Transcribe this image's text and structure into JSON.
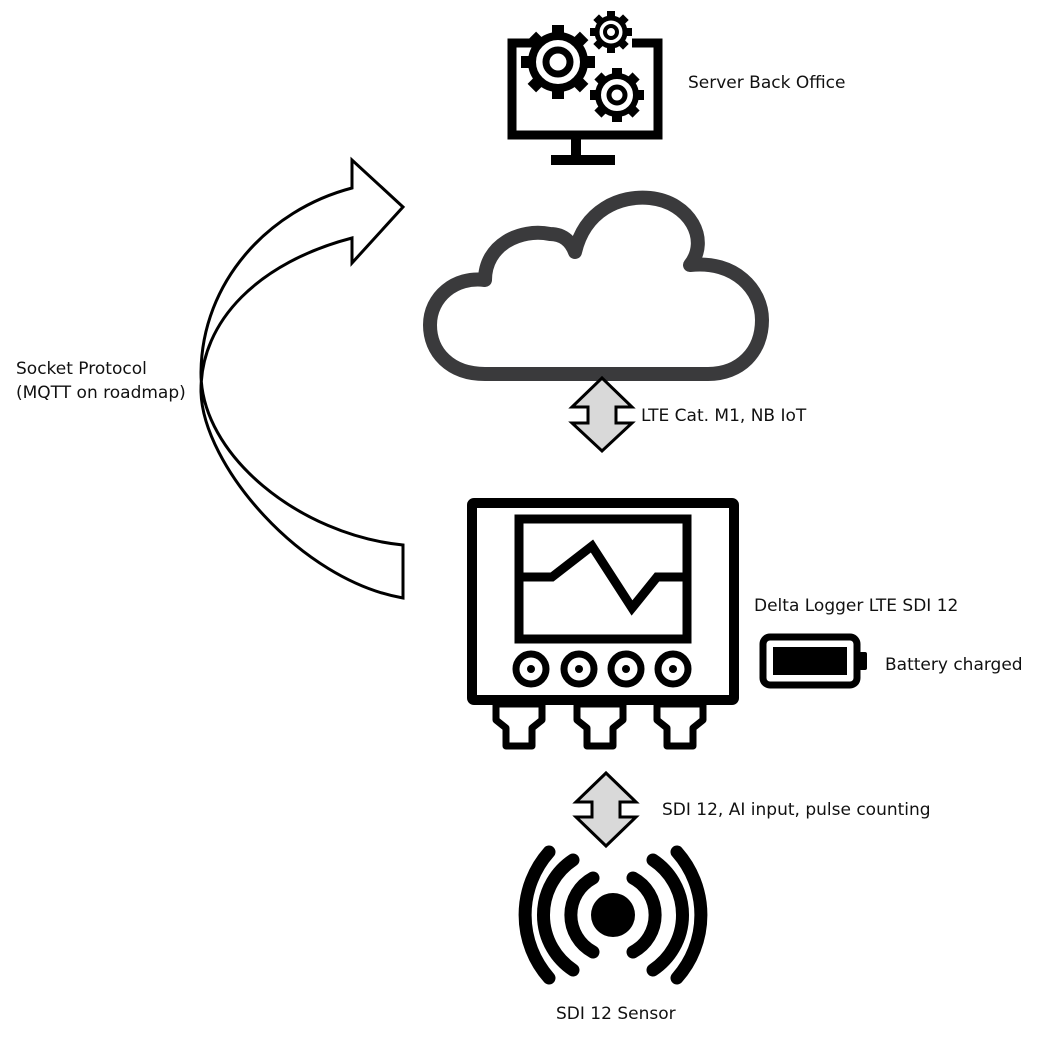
{
  "labels": {
    "server": "Server Back Office",
    "socket_line1": "Socket Protocol",
    "socket_line2": "(MQTT on roadmap)",
    "lte": "LTE Cat. M1, NB IoT",
    "logger": "Delta Logger LTE SDI 12",
    "battery": "Battery charged",
    "sdi_link": "SDI 12, AI input, pulse counting",
    "sensor": "SDI 12 Sensor"
  },
  "colors": {
    "icon_stroke": "#000000",
    "cloud_stroke": "#3a3a3c",
    "arrow_fill": "#d9d9d9",
    "background": "#ffffff"
  },
  "icons": {
    "server": "monitor-gears-icon",
    "cloud": "cloud-icon",
    "logger": "data-logger-icon",
    "battery": "battery-full-icon",
    "sensor": "wireless-signal-icon",
    "uplink": "curved-arrow-icon",
    "link": "double-arrow-icon"
  }
}
